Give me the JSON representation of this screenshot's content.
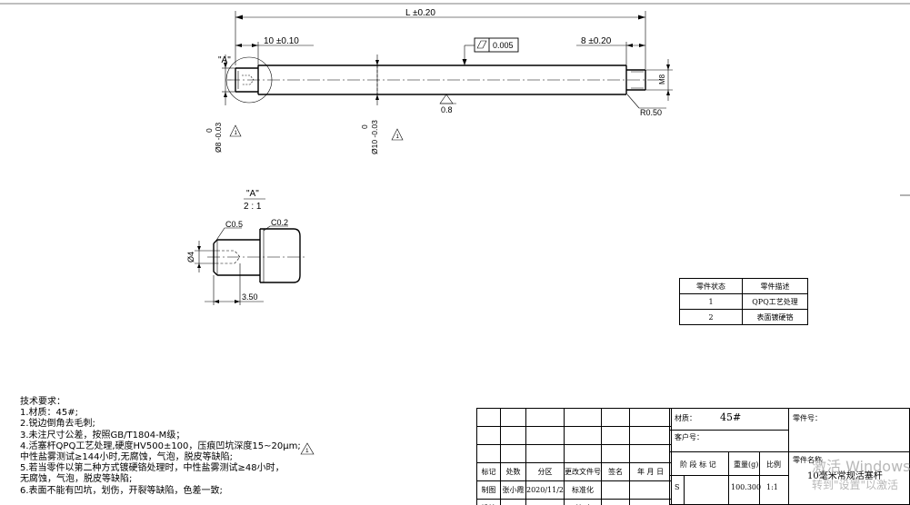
{
  "dimensions": {
    "overall_length": "L ±0.20",
    "left_segment": "10 ±0.10",
    "right_segment": "8 ±0.20",
    "straightness_value": "0.005",
    "roughness_value": "0.8",
    "radius": "R0.50",
    "thread": "M8",
    "dia_small_upper": "0",
    "dia_small": "Ø8 -0.03",
    "dia_large_upper": "0",
    "dia_large": "Ø10 -0.03"
  },
  "view_label": "\"A\"",
  "detail": {
    "label": "\"A\"",
    "scale": "2 : 1",
    "chamfer1": "C0.5",
    "chamfer2": "C0.2",
    "diameter": "Ø4",
    "length": "3.50"
  },
  "status_table": {
    "headers": [
      "零件状态",
      "零件描述"
    ],
    "rows": [
      [
        "1",
        "QPQ工艺处理"
      ],
      [
        "2",
        "表面镀硬铬"
      ]
    ]
  },
  "tech_req": {
    "title": "技术要求：",
    "lines": [
      "1.材质：45#;",
      "2.锐边倒角去毛刺;",
      "3.未注尺寸公差，按照GB/T1804-M级；",
      "4.活塞杆QPQ工艺处理,硬度HV500±100，压痕凹坑深度15~20μm;",
      "中性盐雾测试≥144小时,无腐蚀，气泡，脱皮等缺陷;",
      "5.若当零件以第二种方式镀硬铬处理时，中性盐雾测试≥48小时，",
      "无腐蚀，气泡，脱皮等缺陷;",
      "6.表面不能有凹坑，划伤，开裂等缺陷，色差一致;"
    ]
  },
  "title_block": {
    "material_label": "材质：",
    "material_value": "45#",
    "part_no_label": "零件号：",
    "customer_label": "客户号：",
    "part_name_label": "零件名称",
    "part_name": "10毫米常规活塞杆",
    "row_labels": [
      "标记",
      "处数",
      "分区",
      "更改文件号",
      "签名",
      "年 月 日"
    ],
    "row_drawn": [
      "制图",
      "张小霞",
      "2020/11/2",
      "标准化"
    ],
    "row_design": [
      "设计",
      "",
      "",
      "校对"
    ],
    "stage_label": "阶 段 标 记",
    "weight_label": "重量(g)",
    "scale_label": "比例",
    "stage_value": "S",
    "weight_value": "100.300",
    "scale_value": "1:1"
  },
  "watermark": {
    "line1": "激活 Windows",
    "line2": "转到\"设置\"以激活"
  }
}
